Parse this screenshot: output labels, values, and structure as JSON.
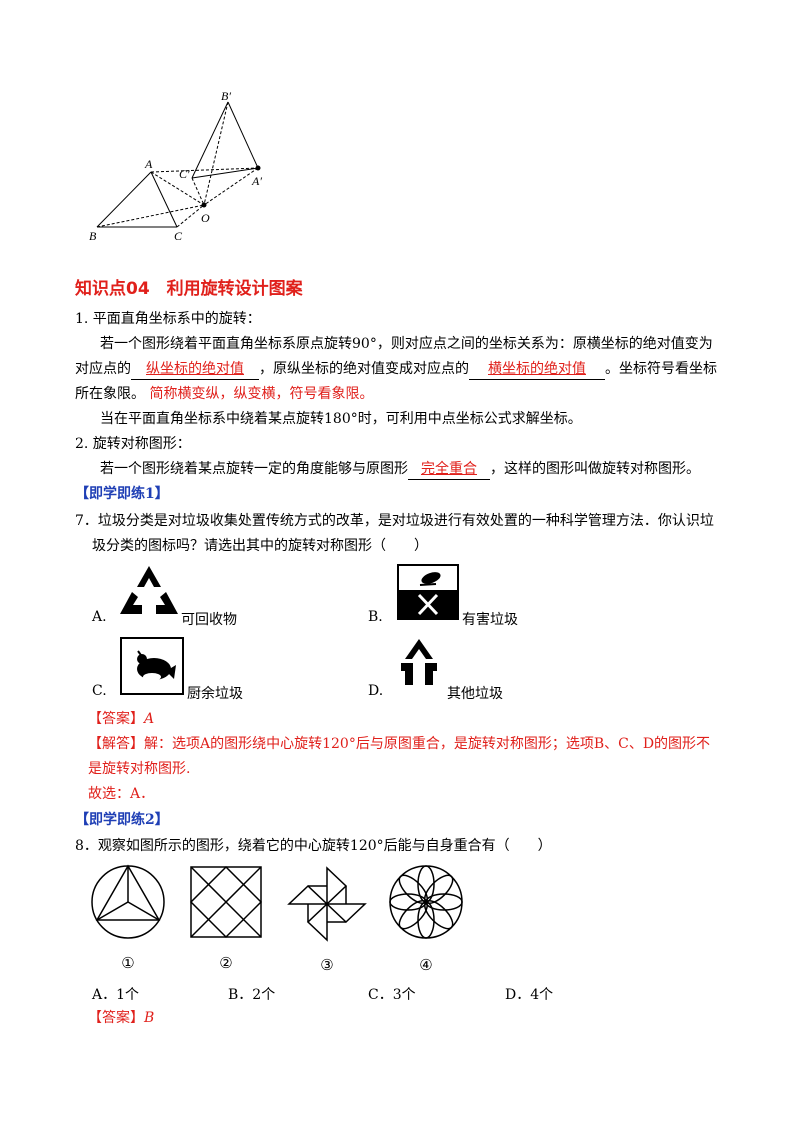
{
  "figure_top": {
    "labels": {
      "B_prime": "B′",
      "A": "A",
      "C_prime": "C′",
      "A_prime": "A′",
      "O": "O",
      "B": "B",
      "C": "C"
    }
  },
  "section": {
    "heading": "知识点04　利用旋转设计图案"
  },
  "item1": {
    "title": "1. 平面直角坐标系中的旋转：",
    "p1_a": "若一个图形绕着平面直角坐标系原点旋转90°，则对应点之间的坐标关系为：原横坐标的绝对值变为",
    "p1_b": "对应点的",
    "blank1": "纵坐标的绝对值",
    "p1_c": "，原纵坐标的绝对值变成对应点的",
    "blank2": "横坐标的绝对值",
    "p1_d": "。坐标符号看坐标",
    "p1_e": "所在象限。",
    "p1_red": "简称横变纵，纵变横，符号看象限。",
    "p2": "当在平面直角坐标系中绕着某点旋转180°时，可利用中点坐标公式求解坐标。"
  },
  "item2": {
    "title": "2. 旋转对称图形：",
    "p_a": "若一个图形绕着某点旋转一定的角度能够与原图形",
    "blank": "完全重合",
    "p_b": "，这样的图形叫做旋转对称图形。"
  },
  "practice1": {
    "tag": "【即学即练1】",
    "q_a": "7．垃圾分类是对垃圾收集处置传统方式的改革，是对垃圾进行有效处置的一种科学管理方法．你认识垃",
    "q_b": "圾分类的图标吗？请选出其中的旋转对称图形（　　）",
    "options": [
      {
        "letter": "A.",
        "text": "可回收物"
      },
      {
        "letter": "B.",
        "text": "有害垃圾"
      },
      {
        "letter": "C.",
        "text": "厨余垃圾"
      },
      {
        "letter": "D.",
        "text": "其他垃圾"
      }
    ],
    "answer_tag": "【答案】",
    "answer": "A",
    "solution_tag": "【解答】",
    "solution_a": "解：选项A的图形绕中心旋转120°后与原图重合，是旋转对称图形；选项B、C、D的图形不",
    "solution_b": "是旋转对称图形.",
    "conclusion": "故选：A．"
  },
  "practice2": {
    "tag": "【即学即练2】",
    "q": "8．观察如图所示的图形，绕着它的中心旋转120°后能与自身重合有（　　）",
    "captions": [
      "①",
      "②",
      "③",
      "④"
    ],
    "options": [
      "A．1个",
      "B．2个",
      "C．3个",
      "D．4个"
    ],
    "answer_tag": "【答案】",
    "answer": "B"
  }
}
